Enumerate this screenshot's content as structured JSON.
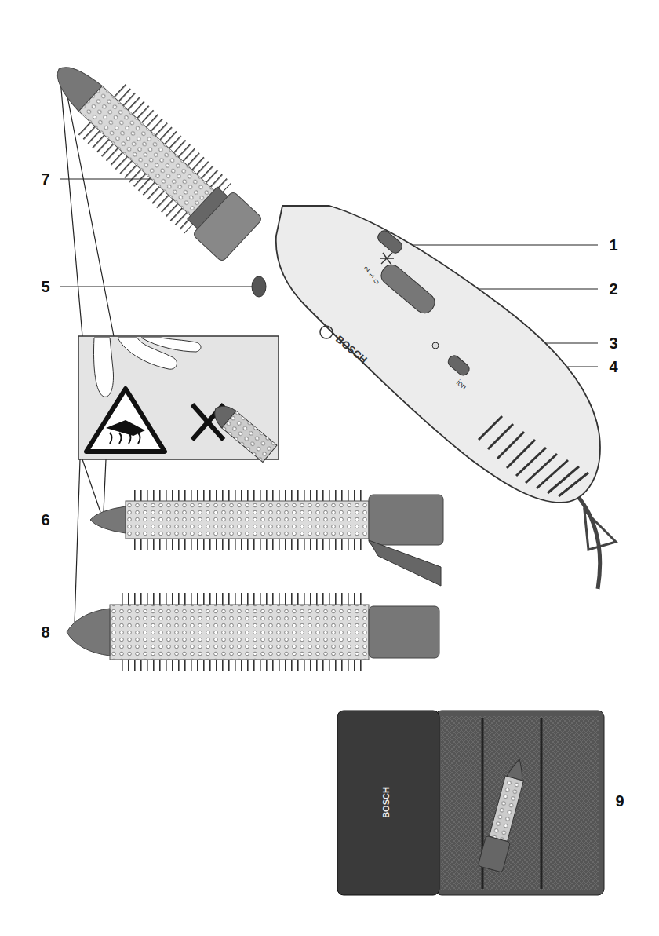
{
  "diagram": {
    "labels": [
      "7",
      "1",
      "5",
      "2",
      "2",
      "1",
      "0",
      "BOSCH",
      "3",
      "4",
      "ion",
      "6",
      "8",
      "BOSCH",
      "9"
    ]
  }
}
